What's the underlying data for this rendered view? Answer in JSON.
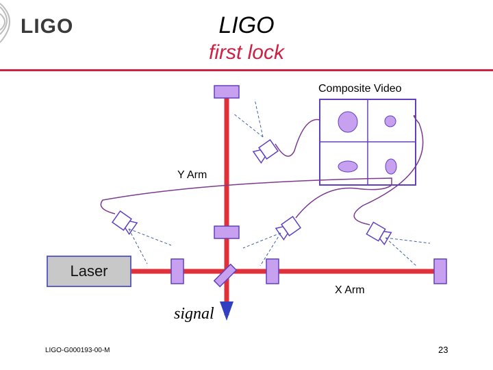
{
  "header": {
    "logo": "LIGO",
    "title": "LIGO",
    "subtitle": "first lock"
  },
  "diagram": {
    "composite_video_label": "Composite Video",
    "y_arm_label": "Y Arm",
    "x_arm_label": "X Arm",
    "laser_label": "Laser",
    "signal_label": "signal"
  },
  "footer": {
    "doc_id": "LIGO-G000193-00-M",
    "page_number": "23"
  },
  "colors": {
    "beam": "#e0303a",
    "mirror_fill": "#c8a0f0",
    "mirror_stroke": "#6040c0",
    "cable": "#7a3a90",
    "accent": "#cc2244"
  }
}
